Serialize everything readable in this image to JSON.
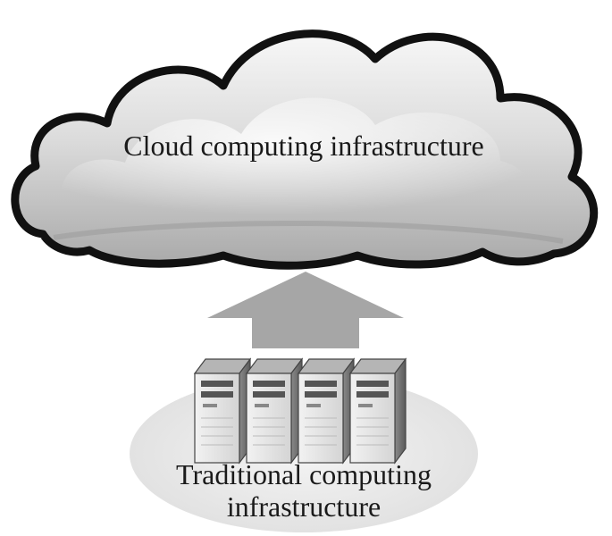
{
  "diagram": {
    "cloud": {
      "label": "Cloud computing infrastructure"
    },
    "base": {
      "label_line1": "Traditional computing",
      "label_line2": "infrastructure"
    },
    "server_count": 4
  }
}
